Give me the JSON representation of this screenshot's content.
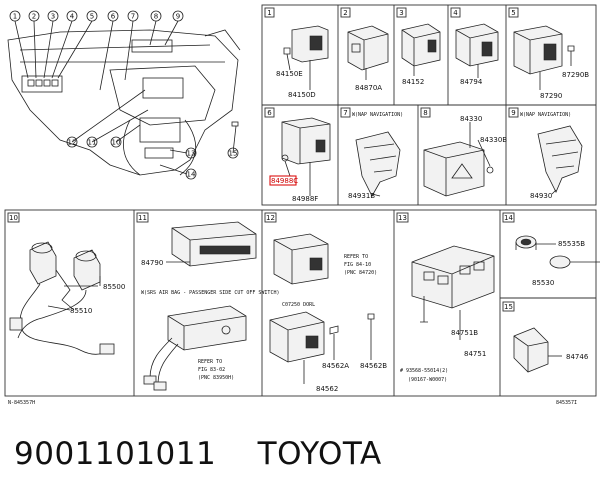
{
  "footer": {
    "text": "9001101011    TOYOTA"
  },
  "codes": {
    "left": "N-845357H",
    "right": "845357I"
  },
  "overview_numbers": [
    "1",
    "2",
    "3",
    "4",
    "5",
    "6",
    "7",
    "8",
    "9",
    "10",
    "11",
    "12",
    "13",
    "14",
    "15"
  ],
  "cells": {
    "c1": {
      "num": "1",
      "parts": [
        "84150E",
        "84150D"
      ]
    },
    "c2": {
      "num": "2",
      "parts": [
        "84870A"
      ]
    },
    "c3": {
      "num": "3",
      "parts": [
        "84152"
      ]
    },
    "c4": {
      "num": "4",
      "parts": [
        "84794"
      ]
    },
    "c5": {
      "num": "5",
      "parts": [
        "87290B",
        "87290"
      ]
    },
    "c6": {
      "num": "6",
      "parts": [
        "84988C",
        "84988F"
      ]
    },
    "c7": {
      "num": "7",
      "note": "W(NAP NAVIGATION)",
      "parts": [
        "84931B"
      ]
    },
    "c8": {
      "num": "8",
      "parts": [
        "84330",
        "84330B"
      ]
    },
    "c9": {
      "num": "9",
      "note": "W(NAP NAVIGATION)",
      "parts": [
        "84930"
      ]
    },
    "c10": {
      "num": "10",
      "parts": [
        "85500",
        "85510"
      ]
    },
    "c11": {
      "num": "11",
      "note": "W(SRS AIR BAG - PASSENGER SIDE CUT OFF SWITCH)",
      "refer": [
        "REFER TO",
        "FIG 83-02",
        "(PNC 83950H)"
      ],
      "parts": [
        "84790"
      ]
    },
    "c12": {
      "num": "12",
      "note": "C07250 DORL",
      "refer": [
        "REFER TO",
        "FIG 84-10",
        "(PNC 84720)"
      ],
      "parts": [
        "84562A",
        "84562B",
        "84562"
      ]
    },
    "c13": {
      "num": "13",
      "parts": [
        "84751B",
        "84751"
      ],
      "refs": [
        "# 93568-55014(2)",
        "(90167-W0007)"
      ]
    },
    "c14": {
      "num": "14",
      "parts": [
        "85535B",
        "85530"
      ]
    },
    "c15": {
      "num": "15",
      "parts": [
        "84746"
      ]
    }
  }
}
